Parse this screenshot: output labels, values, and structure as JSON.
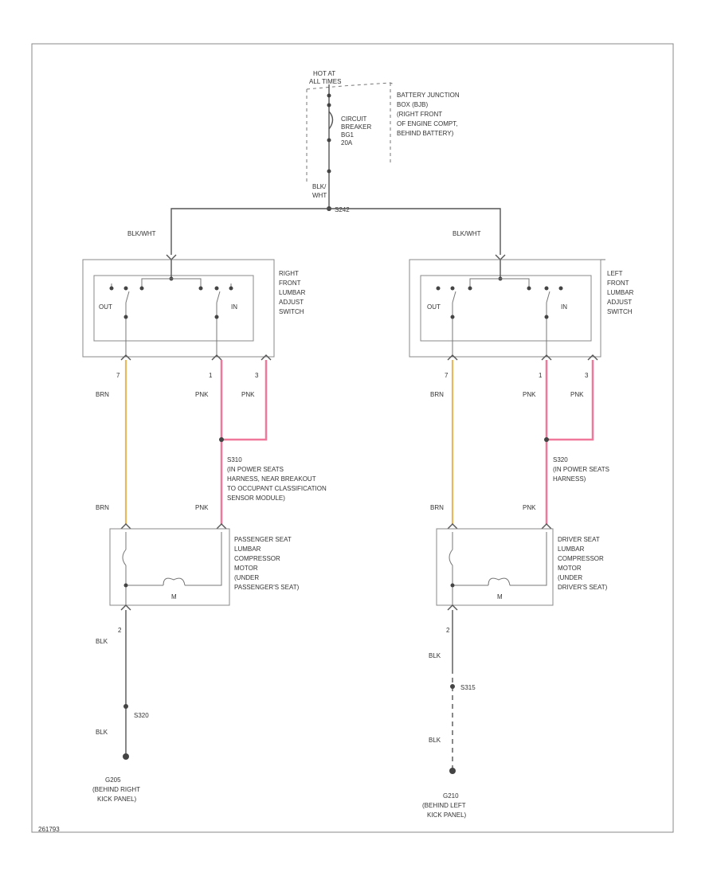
{
  "colors": {
    "brn_wire": "#e8b860",
    "pnk_wire": "#f0789a",
    "line": "#555555"
  },
  "power": {
    "hot_at": "HOT AT",
    "hot_when": "ALL TIMES",
    "breaker": [
      "CIRCUIT",
      "BREAKER",
      "BG1",
      "20A"
    ],
    "junction": [
      "BATTERY JUNCTION",
      "BOX (BJB)",
      "(RIGHT FRONT",
      "OF ENGINE COMPT,",
      "BEHIND BATTERY)"
    ],
    "feed_wire": [
      "BLK/",
      "WHT"
    ],
    "splice": "S242"
  },
  "right": {
    "feed_label": "BLK/WHT",
    "switch_label": [
      "RIGHT",
      "FRONT",
      "LUMBAR",
      "ADJUST",
      "SWITCH"
    ],
    "out_label": "OUT",
    "in_label": "IN",
    "pins": [
      "7",
      "1",
      "3"
    ],
    "wires": [
      "BRN",
      "PNK",
      "PNK"
    ],
    "splice_label": [
      "S310",
      "(IN POWER SEATS",
      "HARNESS, NEAR BREAKOUT",
      "TO OCCUPANT CLASSIFICATION",
      "SENSOR MODULE)"
    ],
    "motor_wires": [
      "BRN",
      "PNK"
    ],
    "motor_label": [
      "PASSENGER SEAT",
      "LUMBAR",
      "COMPRESSOR",
      "MOTOR",
      "(UNDER",
      "PASSENGER'S SEAT)"
    ],
    "motor_symbol": "M",
    "ground_pin": "2",
    "ground_wire1": "BLK",
    "ground_splice": "S320",
    "ground_wire2": "BLK",
    "ground_label": [
      "G205",
      "(BEHIND RIGHT",
      "KICK PANEL)"
    ]
  },
  "left": {
    "feed_label": "BLK/WHT",
    "switch_label": [
      "LEFT",
      "FRONT",
      "LUMBAR",
      "ADJUST",
      "SWITCH"
    ],
    "out_label": "OUT",
    "in_label": "IN",
    "pins": [
      "7",
      "1",
      "3"
    ],
    "wires": [
      "BRN",
      "PNK",
      "PNK"
    ],
    "splice_label": [
      "S320",
      "(IN POWER SEATS",
      "HARNESS)"
    ],
    "motor_wires": [
      "BRN",
      "PNK"
    ],
    "motor_label": [
      "DRIVER SEAT",
      "LUMBAR",
      "COMPRESSOR",
      "MOTOR",
      "(UNDER",
      "DRIVER'S SEAT)"
    ],
    "motor_symbol": "M",
    "ground_pin": "2",
    "ground_wire1": "BLK",
    "ground_splice": "S315",
    "ground_wire2": "BLK",
    "ground_label": [
      "G210",
      "(BEHIND LEFT",
      "KICK PANEL)"
    ]
  },
  "figure_id": "261793"
}
